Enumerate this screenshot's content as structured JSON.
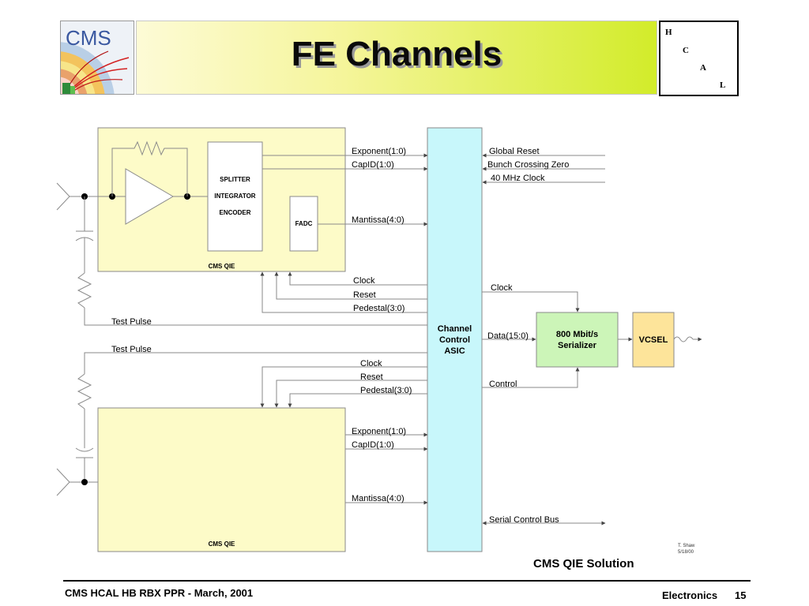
{
  "header": {
    "logo_text": "CMS",
    "title": "FE Channels",
    "hcal_letters": [
      "H",
      "C",
      "A",
      "L"
    ]
  },
  "diagram": {
    "qie_top": {
      "label": "CMS QIE",
      "sie_lines": [
        "SPLITTER",
        "INTEGRATOR",
        "ENCODER"
      ],
      "fadc": "FADC"
    },
    "qie_bottom": {
      "label": "CMS QIE"
    },
    "asic": [
      "Channel",
      "Control",
      "ASIC"
    ],
    "serializer": [
      "800 Mbit/s",
      "Serializer"
    ],
    "vcsel": "VCSEL",
    "signals": {
      "exponent_top": "Exponent(1:0)",
      "capid_top": "CapID(1:0)",
      "mantissa_top": "Mantissa(4:0)",
      "clock_top": "Clock",
      "reset_top": "Reset",
      "pedestal_top": "Pedestal(3:0)",
      "test_pulse_top": "Test Pulse",
      "test_pulse_bottom": "Test Pulse",
      "clock_bottom": "Clock",
      "reset_bottom": "Reset",
      "pedestal_bottom": "Pedestal(3:0)",
      "exponent_bottom": "Exponent(1:0)",
      "capid_bottom": "CapID(1:0)",
      "mantissa_bottom": "Mantissa(4:0)",
      "global_reset": "Global Reset",
      "bunch_crossing_zero": "Bunch Crossing Zero",
      "clock_40mhz": "40 MHz Clock",
      "clock_ser": "Clock",
      "data": "Data(15:0)",
      "control": "Control",
      "serial_control_bus": "Serial Control Bus"
    },
    "author": [
      "T. Shaw",
      "5/18/00"
    ],
    "caption": "CMS QIE Solution"
  },
  "footer": {
    "left": "CMS HCAL HB RBX PPR - March, 2001",
    "right": "Electronics",
    "page": "15"
  },
  "colors": {
    "qie_fill": "#fdfbc8",
    "asic_fill": "#c8f7fb",
    "serializer_fill": "#ccf5b8",
    "vcsel_fill": "#fde49a",
    "wire": "#8a8a8a"
  }
}
